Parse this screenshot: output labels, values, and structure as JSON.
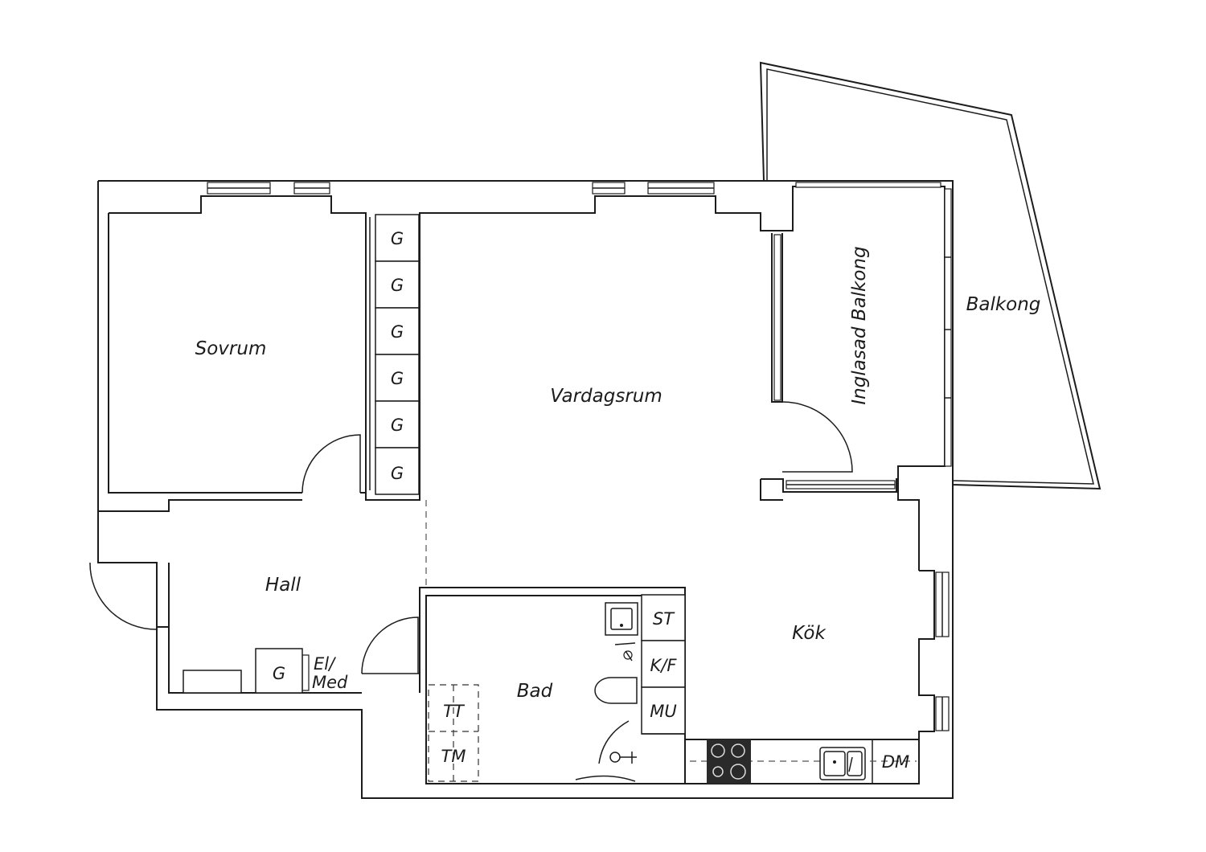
{
  "rooms": {
    "sovrum": "Sovrum",
    "vardagsrum": "Vardagsrum",
    "inglasad_balkong": "Inglasad Balkong",
    "balkong": "Balkong",
    "hall": "Hall",
    "bad": "Bad",
    "kok": "Kök"
  },
  "fixtures": {
    "garderob": "G",
    "el_med_line1": "El/",
    "el_med_line2": "Med",
    "st": "ST",
    "kf": "K/F",
    "mu": "MU",
    "tt": "TT",
    "tm": "TM",
    "dm": "DM"
  }
}
